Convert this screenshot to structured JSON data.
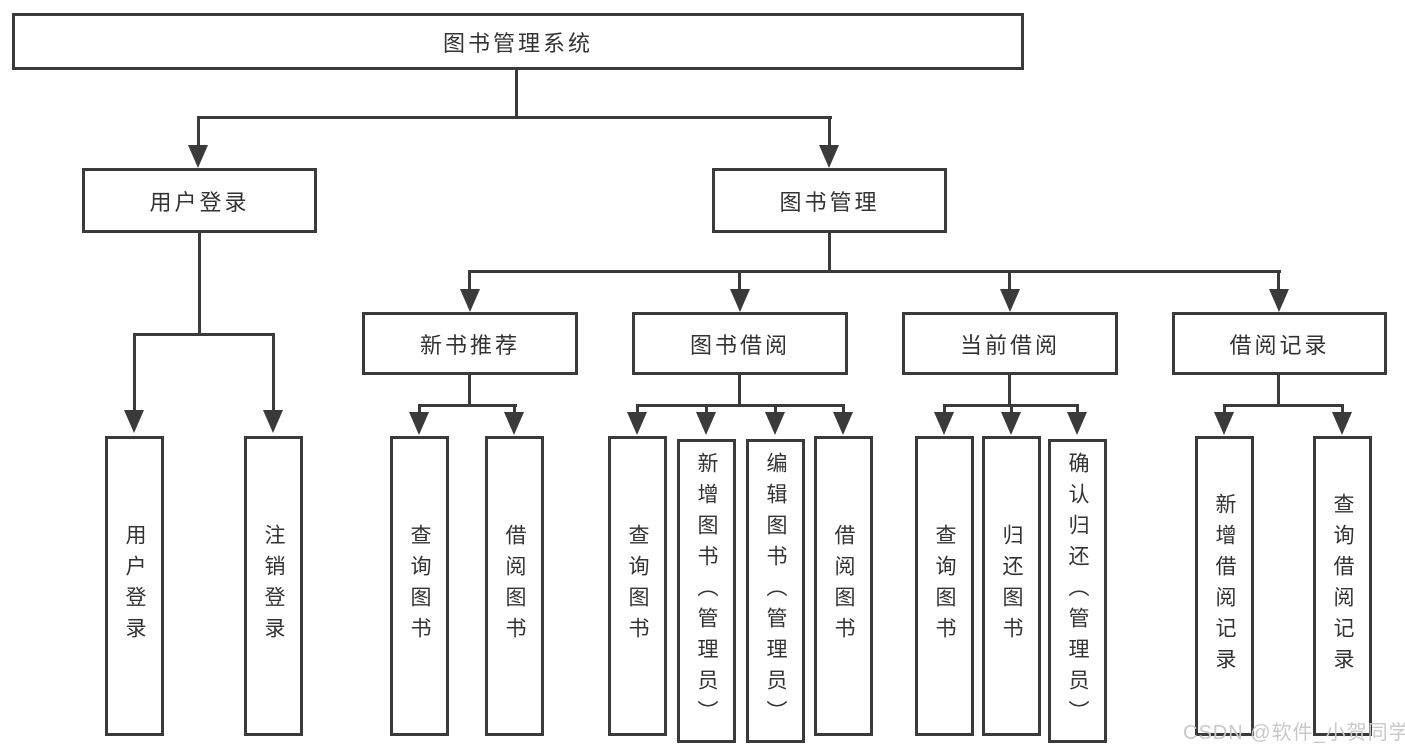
{
  "diagram": {
    "type": "hierarchy-tree",
    "tree": {
      "root": "图书管理系统",
      "branches": [
        {
          "label": "用户登录",
          "leaves": [
            "用户登录",
            "注销登录"
          ]
        },
        {
          "label": "图书管理",
          "groups": [
            {
              "label": "新书推荐",
              "leaves": [
                "查询图书",
                "借阅图书"
              ]
            },
            {
              "label": "图书借阅",
              "leaves": [
                "查询图书",
                "新增图书（管理员）",
                "编辑图书（管理员）",
                "借阅图书"
              ]
            },
            {
              "label": "当前借阅",
              "leaves": [
                "查询图书",
                "归还图书",
                "确认归还（管理员）"
              ]
            },
            {
              "label": "借阅记录",
              "leaves": [
                "新增借阅记录",
                "查询借阅记录"
              ]
            }
          ]
        }
      ]
    },
    "watermark": "CSDN @软件_小贺同学",
    "colors": {
      "line": "#3a3a3a",
      "text": "#333333",
      "background": "#ffffff",
      "watermark": "#c9c9c9"
    }
  }
}
